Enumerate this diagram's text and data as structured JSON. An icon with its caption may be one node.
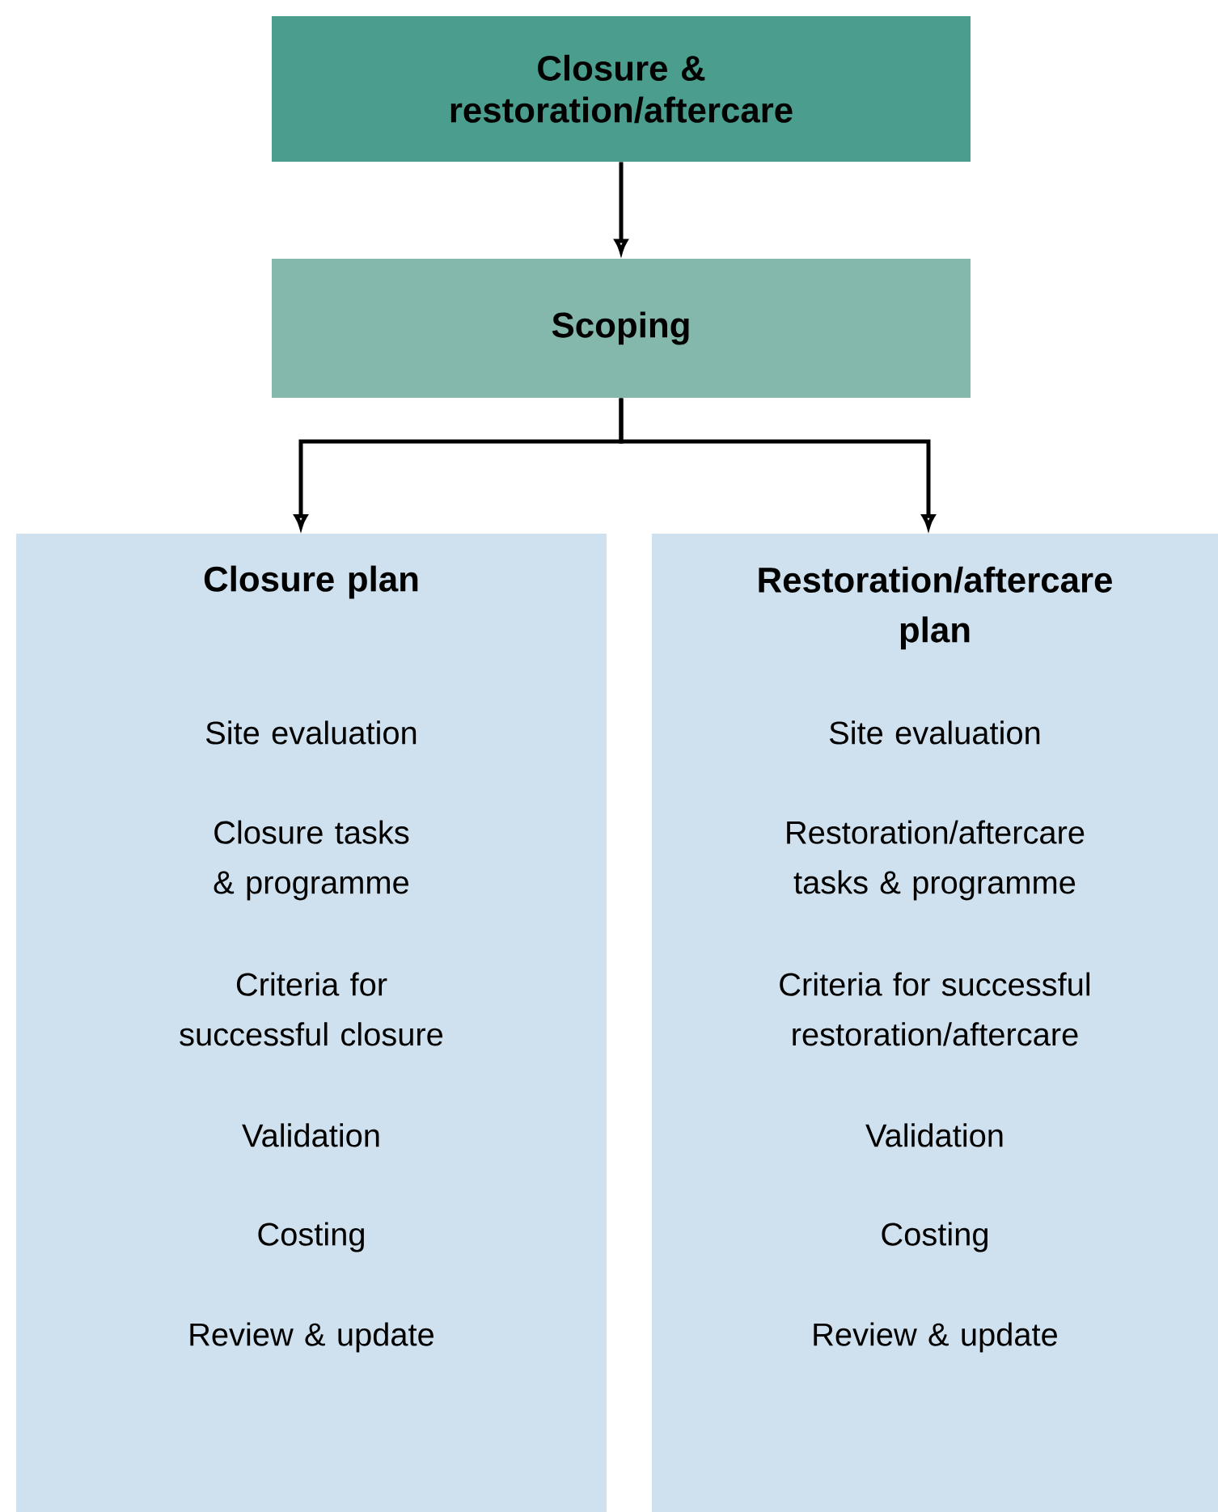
{
  "diagram": {
    "nodes": [
      {
        "text": [
          "Closure & restoration/aftercare"
        ]
      },
      {
        "text": [
          "Scoping"
        ]
      },
      {
        "text": [
          "Closure plan",
          "Site evaluation",
          "Closure tasks & programme",
          "Criteria for successful closure",
          "Validation",
          "Costing",
          "Review & update"
        ]
      },
      {
        "text": [
          "Restoration/aftercare plan",
          "Site evaluation",
          "Restoration/aftercare tasks & programme",
          "Criteria for successful restoration/aftercare",
          "Validation",
          "Costing",
          "Review & update"
        ]
      }
    ],
    "edges": [
      {
        "from": 0,
        "to": 1,
        "arrow": "to"
      },
      {
        "from": 1,
        "to": 2,
        "arrow": "to"
      },
      {
        "from": 1,
        "to": 3,
        "arrow": "to"
      }
    ]
  }
}
